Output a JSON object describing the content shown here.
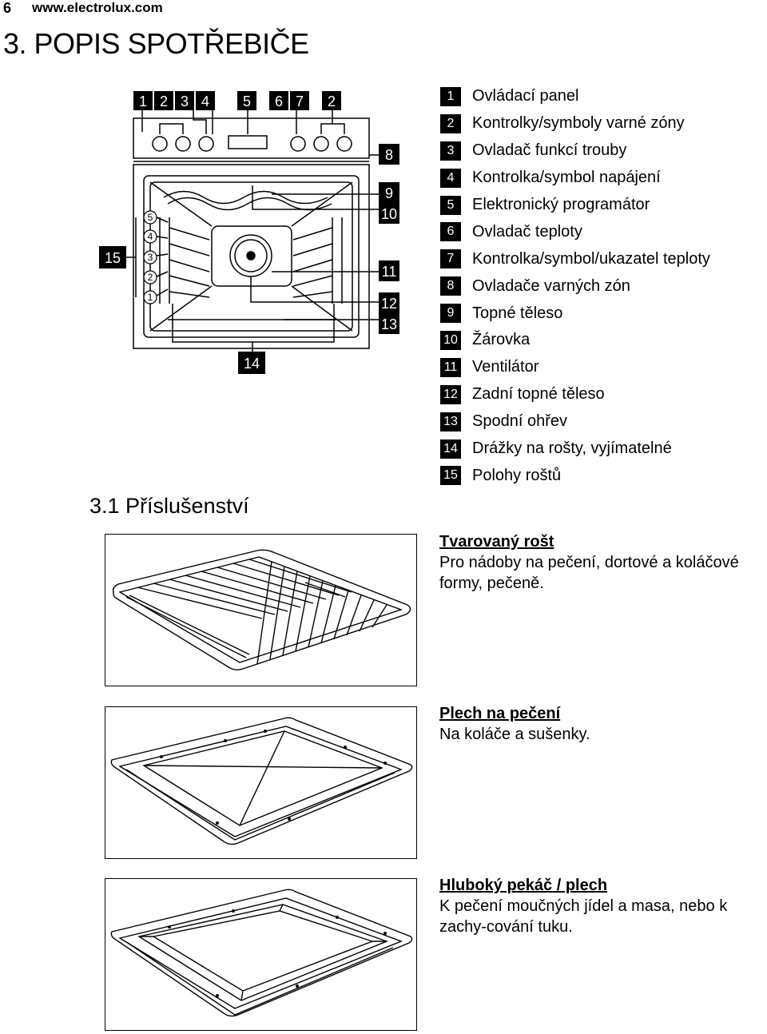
{
  "header": {
    "page_number": "6",
    "url": "www.electrolux.com"
  },
  "section_title": "3. POPIS SPOTŘEBIČE",
  "diagram_labels": {
    "top": [
      "1",
      "2",
      "3",
      "4",
      "5",
      "6",
      "7",
      "2"
    ],
    "right": [
      "8",
      "9",
      "10",
      "11",
      "12",
      "13"
    ],
    "shelf_positions": [
      "5",
      "4",
      "3",
      "2",
      "1"
    ],
    "left": "15",
    "bottom": "14"
  },
  "parts": [
    {
      "num": "1",
      "label": "Ovládací panel"
    },
    {
      "num": "2",
      "label": "Kontrolky/symboly varné zóny"
    },
    {
      "num": "3",
      "label": "Ovladač funkcí trouby"
    },
    {
      "num": "4",
      "label": "Kontrolka/symbol napájení"
    },
    {
      "num": "5",
      "label": "Elektronický programátor"
    },
    {
      "num": "6",
      "label": "Ovladač teploty"
    },
    {
      "num": "7",
      "label": "Kontrolka/symbol/ukazatel teploty"
    },
    {
      "num": "8",
      "label": "Ovladače varných zón"
    },
    {
      "num": "9",
      "label": "Topné těleso"
    },
    {
      "num": "10",
      "label": "Žárovka"
    },
    {
      "num": "11",
      "label": "Ventilátor"
    },
    {
      "num": "12",
      "label": "Zadní topné těleso"
    },
    {
      "num": "13",
      "label": "Spodní ohřev"
    },
    {
      "num": "14",
      "label": "Drážky na rošty, vyjímatelné"
    },
    {
      "num": "15",
      "label": "Polohy roštů"
    }
  ],
  "subsection_title": "3.1 Příslušenství",
  "accessories": [
    {
      "title": "Tvarovaný rošt",
      "description": "Pro nádoby na pečení, dortové a koláčové formy, pečeně."
    },
    {
      "title": "Plech na pečení",
      "description": "Na koláče a sušenky."
    },
    {
      "title": "Hluboký pekáč / plech",
      "description": "K pečení moučných jídel a masa, nebo k zachy-cování tuku."
    }
  ]
}
